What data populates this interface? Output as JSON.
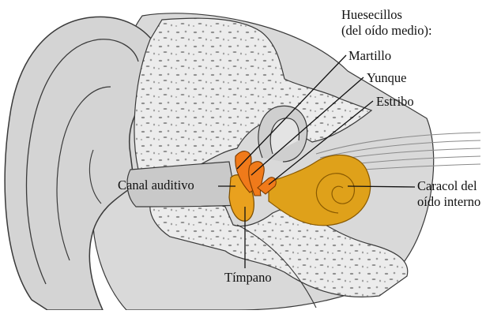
{
  "labels": {
    "ossicles_line1": "Huesecillos",
    "ossicles_line2": "(del oído medio):",
    "malleus": "Martillo",
    "incus": "Yunque",
    "stapes": "Estribo",
    "ear_canal": "Canal auditivo",
    "cochlea_line1": "Caracol del",
    "cochlea_line2": "oído interno",
    "eardrum": "Tímpano"
  },
  "colors": {
    "ossicle_orange": "#f07a1a",
    "eardrum_orange": "#e9a11e",
    "cochlea_gold": "#dfa11a",
    "tissue_gray": "#d6d6d6",
    "bone_gray": "#e9e9e9",
    "outline": "#3a3a3a"
  }
}
